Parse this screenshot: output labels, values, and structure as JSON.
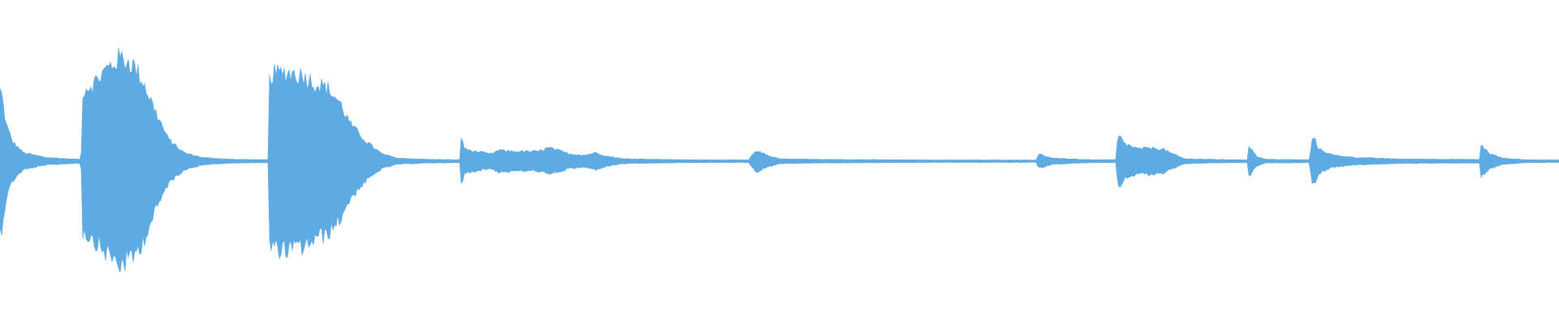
{
  "waveform": {
    "color": "#5dabe2",
    "background": "#ffffff",
    "envelope": [
      [
        0.0,
        0.58
      ],
      [
        0.001,
        0.55
      ],
      [
        0.004,
        0.3
      ],
      [
        0.008,
        0.16
      ],
      [
        0.015,
        0.07
      ],
      [
        0.03,
        0.03
      ],
      [
        0.052,
        0.015
      ],
      [
        0.053,
        0.58
      ],
      [
        0.06,
        0.64
      ],
      [
        0.068,
        0.75
      ],
      [
        0.077,
        0.85
      ],
      [
        0.085,
        0.8
      ],
      [
        0.092,
        0.65
      ],
      [
        0.1,
        0.4
      ],
      [
        0.108,
        0.18
      ],
      [
        0.118,
        0.07
      ],
      [
        0.13,
        0.03
      ],
      [
        0.15,
        0.015
      ],
      [
        0.172,
        0.012
      ],
      [
        0.173,
        0.71
      ],
      [
        0.185,
        0.73
      ],
      [
        0.195,
        0.7
      ],
      [
        0.202,
        0.64
      ],
      [
        0.21,
        0.6
      ],
      [
        0.218,
        0.48
      ],
      [
        0.225,
        0.3
      ],
      [
        0.235,
        0.16
      ],
      [
        0.245,
        0.06
      ],
      [
        0.255,
        0.025
      ],
      [
        0.275,
        0.015
      ],
      [
        0.295,
        0.012
      ],
      [
        0.296,
        0.22
      ],
      [
        0.298,
        0.1
      ],
      [
        0.305,
        0.08
      ],
      [
        0.315,
        0.06
      ],
      [
        0.32,
        0.09
      ],
      [
        0.33,
        0.08
      ],
      [
        0.345,
        0.08
      ],
      [
        0.352,
        0.11
      ],
      [
        0.358,
        0.09
      ],
      [
        0.365,
        0.06
      ],
      [
        0.375,
        0.05
      ],
      [
        0.382,
        0.07
      ],
      [
        0.39,
        0.04
      ],
      [
        0.4,
        0.02
      ],
      [
        0.44,
        0.012
      ],
      [
        0.48,
        0.01
      ],
      [
        0.485,
        0.09
      ],
      [
        0.492,
        0.05
      ],
      [
        0.5,
        0.02
      ],
      [
        0.525,
        0.015
      ],
      [
        0.6,
        0.01
      ],
      [
        0.665,
        0.01
      ],
      [
        0.666,
        0.06
      ],
      [
        0.675,
        0.025
      ],
      [
        0.7,
        0.012
      ],
      [
        0.716,
        0.012
      ],
      [
        0.717,
        0.22
      ],
      [
        0.722,
        0.14
      ],
      [
        0.73,
        0.1
      ],
      [
        0.738,
        0.11
      ],
      [
        0.746,
        0.1
      ],
      [
        0.752,
        0.06
      ],
      [
        0.76,
        0.02
      ],
      [
        0.79,
        0.012
      ],
      [
        0.8,
        0.012
      ],
      [
        0.801,
        0.13
      ],
      [
        0.806,
        0.04
      ],
      [
        0.812,
        0.015
      ],
      [
        0.84,
        0.012
      ],
      [
        0.842,
        0.22
      ],
      [
        0.846,
        0.1
      ],
      [
        0.855,
        0.05
      ],
      [
        0.87,
        0.03
      ],
      [
        0.9,
        0.018
      ],
      [
        0.949,
        0.015
      ],
      [
        0.95,
        0.13
      ],
      [
        0.956,
        0.06
      ],
      [
        0.964,
        0.025
      ],
      [
        0.98,
        0.012
      ],
      [
        1.0,
        0.01
      ]
    ]
  }
}
